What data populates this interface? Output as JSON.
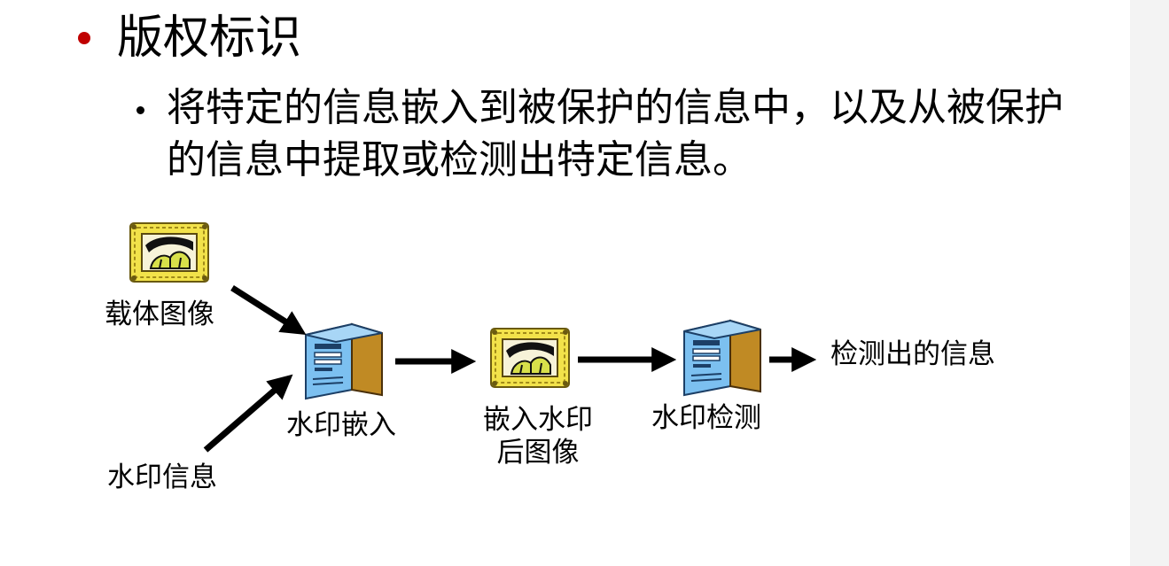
{
  "heading": "版权标识",
  "description": "将特定的信息嵌入到被保护的信息中，以及从被保护的信息中提取或检测出特定信息。",
  "diagram": {
    "nodes": {
      "carrier_image": "载体图像",
      "watermark_info": "水印信息",
      "embedding": "水印嵌入",
      "watermarked_image_line1": "嵌入水印",
      "watermarked_image_line2": "后图像",
      "detection": "水印检测",
      "detected_info": "检测出的信息"
    },
    "icons": [
      "framed-picture-icon",
      "computer-tower-icon"
    ]
  },
  "colors": {
    "bullet_primary": "#c00000",
    "frame_gold": "#e8d23a",
    "computer_blue": "#6ab0e8",
    "computer_brown": "#b07a1e"
  }
}
